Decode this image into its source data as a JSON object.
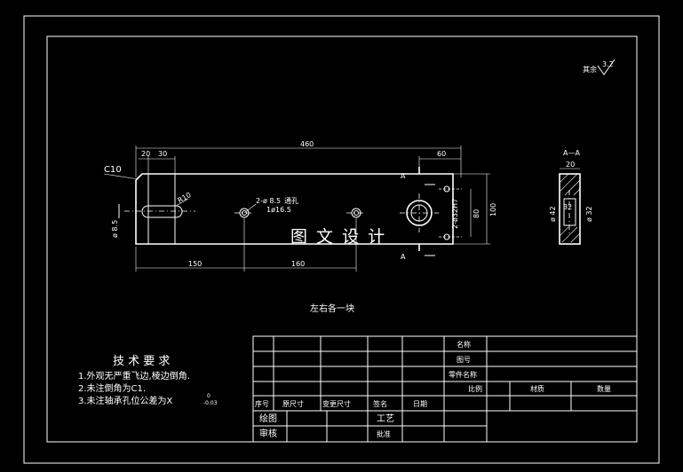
{
  "roughness": {
    "label": "其余",
    "value": "3.2"
  },
  "main_view": {
    "dim_overall": "460",
    "dim_20": "20",
    "dim_30": "30",
    "dim_60": "60",
    "chamfer": "C10",
    "radius": "R10",
    "dim_150": "150",
    "dim_160": "160",
    "dim_80": "80",
    "dim_100": "100",
    "hole_note_left": "ø 8.5",
    "hole_note_1": "2-ø 8.5",
    "hole_note_2": "通孔",
    "hole_note_3": "1ø16.5",
    "bore_note": "2-ø32H7",
    "section_mark_top": "A",
    "section_mark_bottom": "A",
    "watermark": "图 文 设 计"
  },
  "section_view": {
    "title": "A—A",
    "dim_20": "20",
    "dim_42": "ø 42",
    "dim_32": "32",
    "dim_ø32": "ø 32"
  },
  "note_each_side": "左右各一块",
  "tech_req": {
    "title": "技 术 要 求",
    "lines": [
      "1.外观无严重飞边,棱边倒角.",
      "2.未注倒角为C1.",
      "3.未注轴承孔位公差为X"
    ],
    "tol_upper": "0",
    "tol_lower": "-0.03"
  },
  "title_block": {
    "name_label": "名称",
    "drawing_no_label": "图号",
    "part_name_label": "零件名称",
    "scale_label": "比例",
    "material_label": "材质",
    "qty_label": "数量",
    "seq_label": "序号",
    "orig_size_label": "原尺寸",
    "changed_size_label": "变更尺寸",
    "sign_label": "签名",
    "date_label": "日期",
    "drawn_label": "绘图",
    "checked_label": "审核",
    "process_label": "工艺",
    "approved_label": "批准"
  }
}
